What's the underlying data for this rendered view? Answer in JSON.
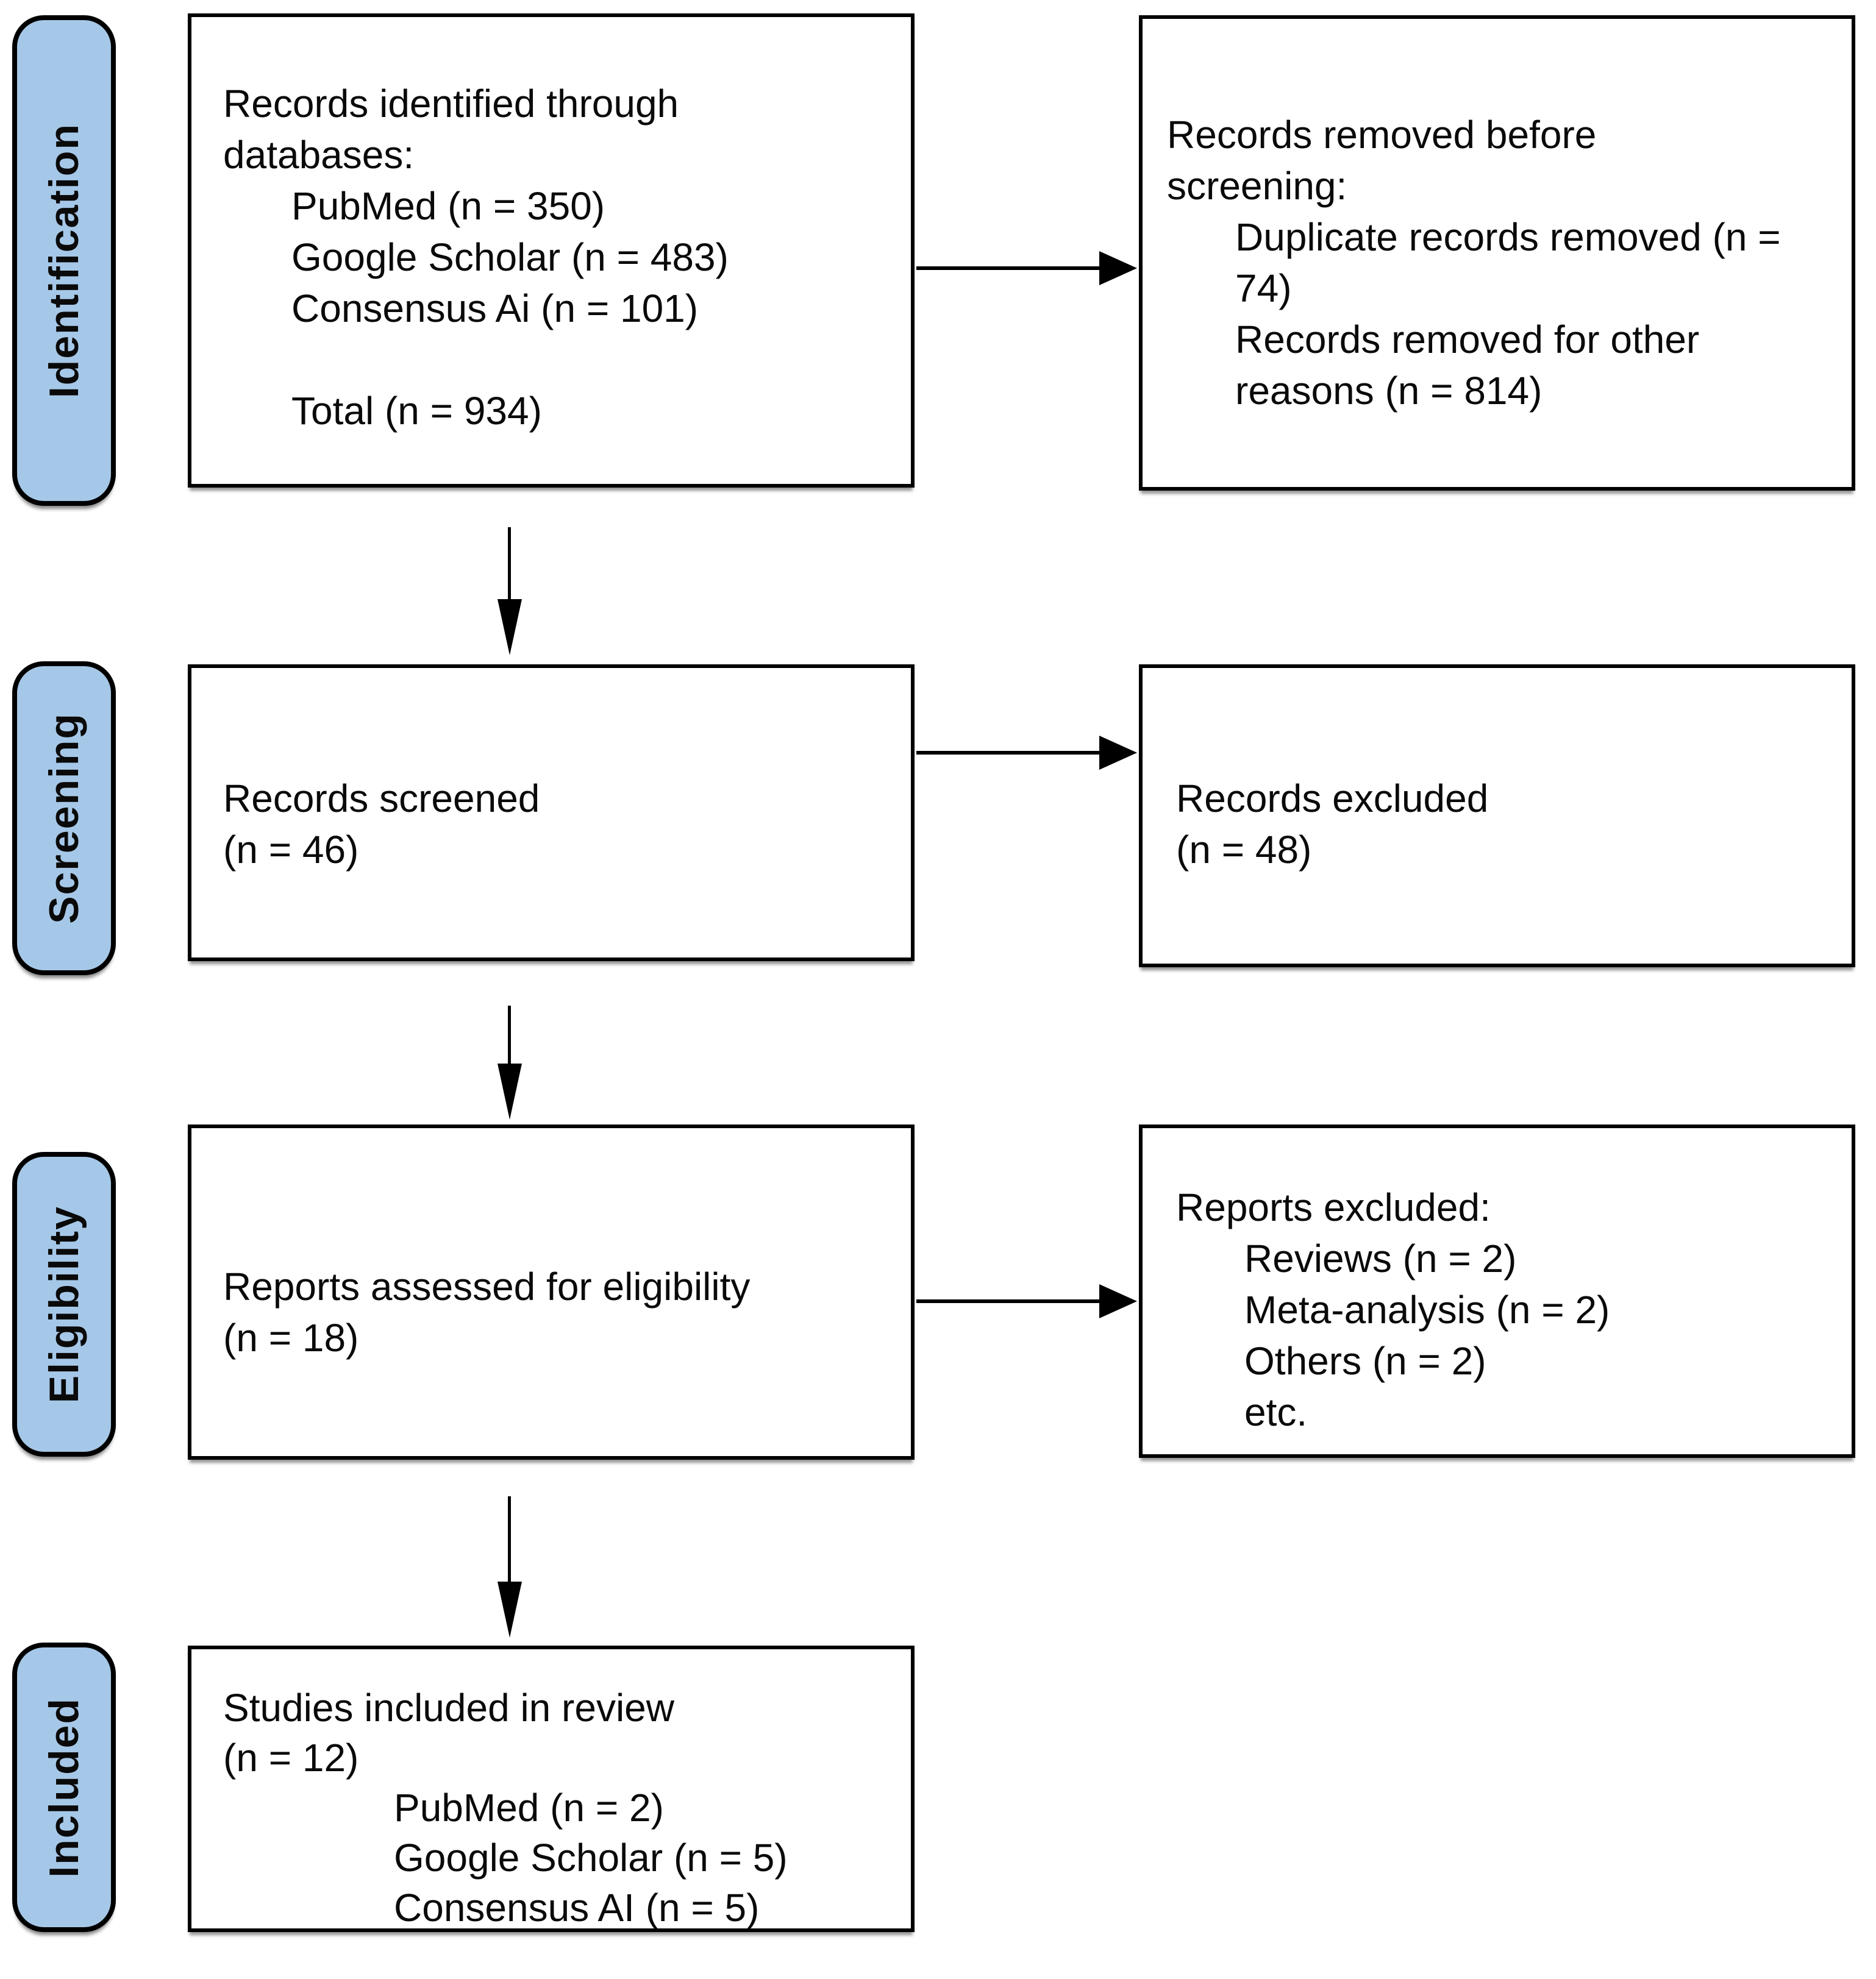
{
  "colors": {
    "stage_fill": "#a6c8e8",
    "line_color": "#000000"
  },
  "stages": [
    {
      "label": "Identification"
    },
    {
      "label": "Screening"
    },
    {
      "label": "Eligibility"
    },
    {
      "label": "Included"
    }
  ],
  "boxes": {
    "identified": {
      "intro_line1": "Records identified through",
      "intro_line2": "databases:",
      "items": [
        "PubMed (n = 350)",
        "Google Scholar (n = 483)",
        "Consensus Ai (n = 101)"
      ],
      "total": "Total (n = 934)"
    },
    "removed": {
      "intro_line1": "Records removed before",
      "intro_line2": "screening:",
      "items": [
        "Duplicate records removed (n = 74)",
        "Records removed for other reasons (n = 814)"
      ]
    },
    "screened": {
      "line1": "Records screened",
      "line2": "(n = 46)"
    },
    "excluded_records": {
      "line1": "Records excluded",
      "line2": "(n = 48)"
    },
    "assessed": {
      "line1": "Reports assessed for eligibility",
      "line2": "(n = 18)"
    },
    "excluded_reports": {
      "intro": "Reports excluded:",
      "items": [
        "Reviews (n = 2)",
        "Meta-analysis (n = 2)",
        "Others (n = 2)",
        "etc."
      ]
    },
    "included_studies": {
      "line1": "Studies included in review",
      "line2": "(n = 12)",
      "items": [
        "PubMed (n = 2)",
        "Google Scholar (n = 5)",
        "Consensus AI (n = 5)"
      ]
    }
  }
}
